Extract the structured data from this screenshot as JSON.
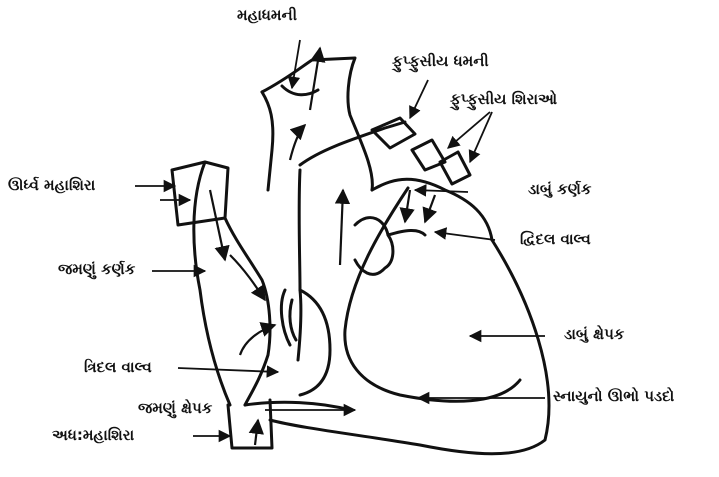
{
  "diagram": {
    "stroke_color": "#111111",
    "background": "#ffffff",
    "labels": {
      "aorta": "મહાધમની",
      "pulmonary_artery": "ફુપ્ફુસીય ધમની",
      "pulmonary_veins": "ફુપ્ફુસીય શિરાઓ",
      "superior_vena_cava": "ઊર્ધ્વ મહાશિરા",
      "left_atrium": "ડાબું કર્ણક",
      "bicuspid_valve": "દ્વિદલ વાલ્વ",
      "right_atrium": "જમણું કર્ણક",
      "left_ventricle": "ડાબું ક્ષેપક",
      "tricuspid_valve": "ત્રિદલ વાલ્વ",
      "septum": "સ્નાયુનો ઊભો પડદો",
      "right_ventricle": "જમણું ક્ષેપક",
      "inferior_vena_cava": "અધ:મહાશિરા"
    }
  }
}
